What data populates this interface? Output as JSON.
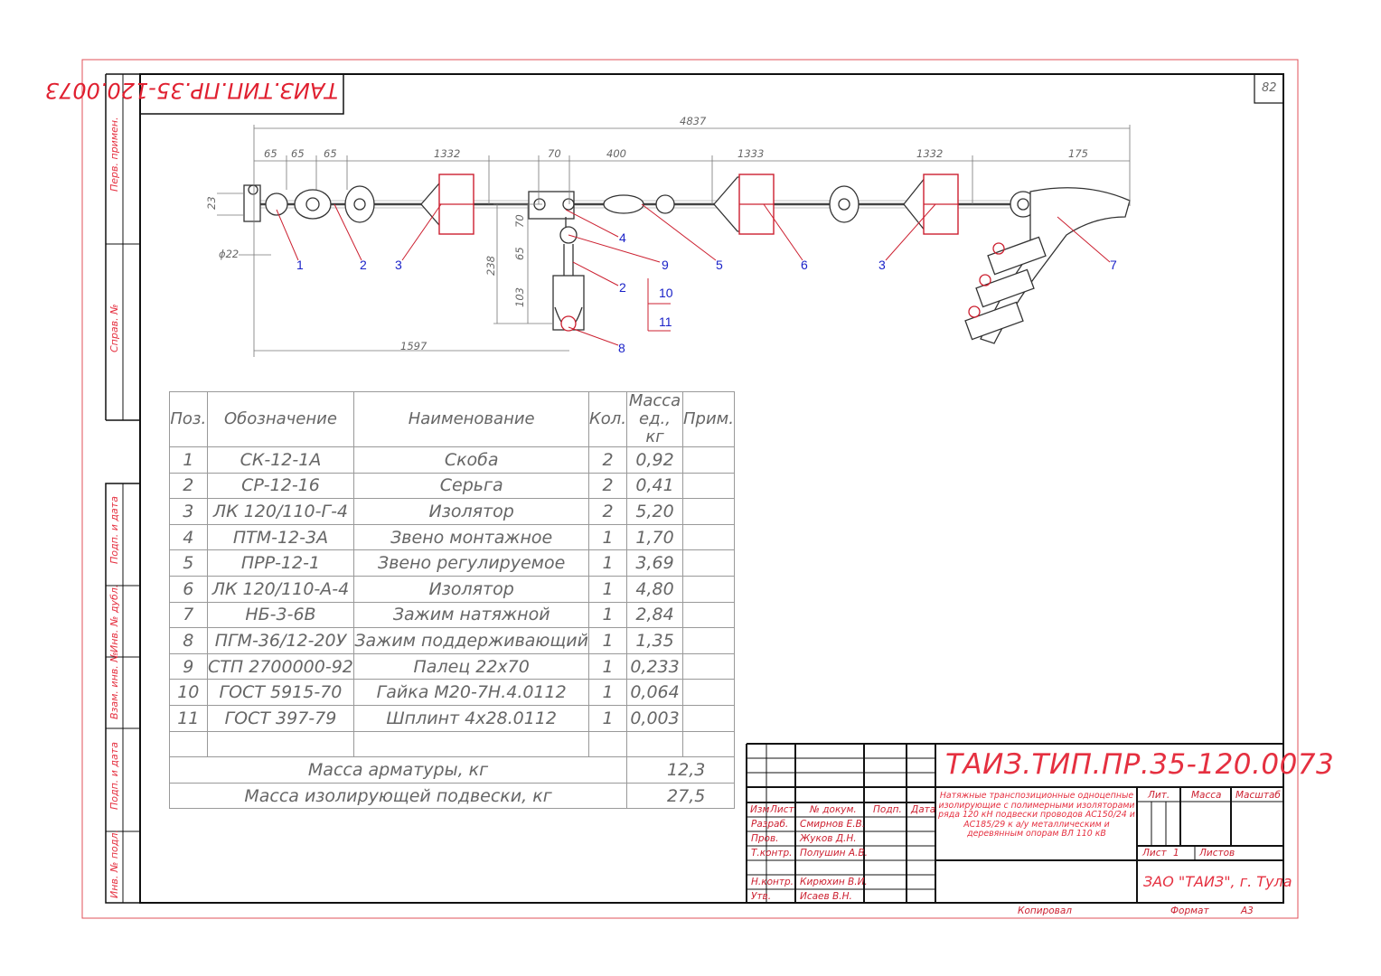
{
  "sheet_number": "82",
  "drawing_code": "ТАИЗ.ТИП.ПР.35-120.0073",
  "drawing_code_rotated": "ТАИЗ.ТИП.ПР.35-120.0073",
  "side_labels": {
    "perv_primen": "Перв. примен.",
    "sprav_no": "Справ. №",
    "podp_data_1": "Подп. и дата",
    "inv_dubl": "Инв. № дубл.",
    "vzam_inv": "Взам. инв. №",
    "podp_data_2": "Подп. и дата",
    "inv_podl": "Инв. № подл."
  },
  "dimensions": {
    "total": "4837",
    "d1": "65",
    "d2": "65",
    "d3": "65",
    "d4": "1332",
    "d5": "70",
    "d6": "400",
    "d7": "1333",
    "d8": "1332",
    "d9": "175",
    "h23": "23",
    "dia22": "ϕ22",
    "v238": "238",
    "v70": "70",
    "v65": "65",
    "v103": "103",
    "h1597": "1597"
  },
  "callouts": [
    "1",
    "2",
    "3",
    "4",
    "9",
    "5",
    "6",
    "3",
    "7",
    "2",
    "10",
    "11",
    "8"
  ],
  "spec_table": {
    "headers": {
      "pos": "Поз.",
      "designation": "Обозначение",
      "name": "Наименование",
      "qty": "Кол.",
      "mass": "Масса ед., кг",
      "note": "Прим."
    },
    "rows": [
      {
        "pos": "1",
        "designation": "СК-12-1А",
        "name": "Скоба",
        "qty": "2",
        "mass": "0,92"
      },
      {
        "pos": "2",
        "designation": "СР-12-16",
        "name": "Серьга",
        "qty": "2",
        "mass": "0,41"
      },
      {
        "pos": "3",
        "designation": "ЛК 120/110-Г-4",
        "name": "Изолятор",
        "qty": "2",
        "mass": "5,20"
      },
      {
        "pos": "4",
        "designation": "ПТМ-12-3А",
        "name": "Звено монтажное",
        "qty": "1",
        "mass": "1,70"
      },
      {
        "pos": "5",
        "designation": "ПРР-12-1",
        "name": "Звено регулируемое",
        "qty": "1",
        "mass": "3,69"
      },
      {
        "pos": "6",
        "designation": "ЛК 120/110-А-4",
        "name": "Изолятор",
        "qty": "1",
        "mass": "4,80"
      },
      {
        "pos": "7",
        "designation": "НБ-3-6В",
        "name": "Зажим натяжной",
        "qty": "1",
        "mass": "2,84"
      },
      {
        "pos": "8",
        "designation": "ПГМ-36/12-20У",
        "name": "Зажим поддерживающий",
        "qty": "1",
        "mass": "1,35"
      },
      {
        "pos": "9",
        "designation": "СТП 2700000-92",
        "name": "Палец 22х70",
        "qty": "1",
        "mass": "0,233"
      },
      {
        "pos": "10",
        "designation": "ГОСТ 5915-70",
        "name": "Гайка М20-7Н.4.0112",
        "qty": "1",
        "mass": "0,064"
      },
      {
        "pos": "11",
        "designation": "ГОСТ 397-79",
        "name": "Шплинт 4х28.0112",
        "qty": "1",
        "mass": "0,003"
      }
    ],
    "mass_armatura_label": "Масса арматуры, кг",
    "mass_armatura_value": "12,3",
    "mass_podveski_label": "Масса изолирующей подвески, кг",
    "mass_podveski_value": "27,5"
  },
  "title_block": {
    "code": "ТАИЗ.ТИП.ПР.35-120.0073",
    "description_lines": [
      "Натяжные транспозиционные одноцепные",
      "изолирующие с полимерными изоляторами",
      "ряда 120 кН подвески проводов АС150/24 и",
      "АС185/29 к а/у металлическим и",
      "деревянным опорам ВЛ 110 кВ"
    ],
    "col_izm": "Изм",
    "col_list": "Лист",
    "col_docnum": "№ докум.",
    "col_podp": "Подп.",
    "col_data": "Дата",
    "roles": [
      {
        "role": "Разраб.",
        "name": "Смирнов Е.В."
      },
      {
        "role": "Пров.",
        "name": "Жуков Д.Н."
      },
      {
        "role": "Т.контр.",
        "name": "Полушин А.В."
      },
      {
        "role": "",
        "name": ""
      },
      {
        "role": "Н.контр.",
        "name": "Кирюхин В.И."
      },
      {
        "role": "Утв.",
        "name": "Исаев В.Н."
      }
    ],
    "lit": "Лит.",
    "massa": "Масса",
    "masshtab": "Масштаб",
    "list": "Лист",
    "list_num": "1",
    "listov": "Листов",
    "company": "ЗАО \"ТАИЗ\", г. Тула",
    "kopiroval": "Копировал",
    "format_label": "Формат",
    "format_value": "А3"
  }
}
